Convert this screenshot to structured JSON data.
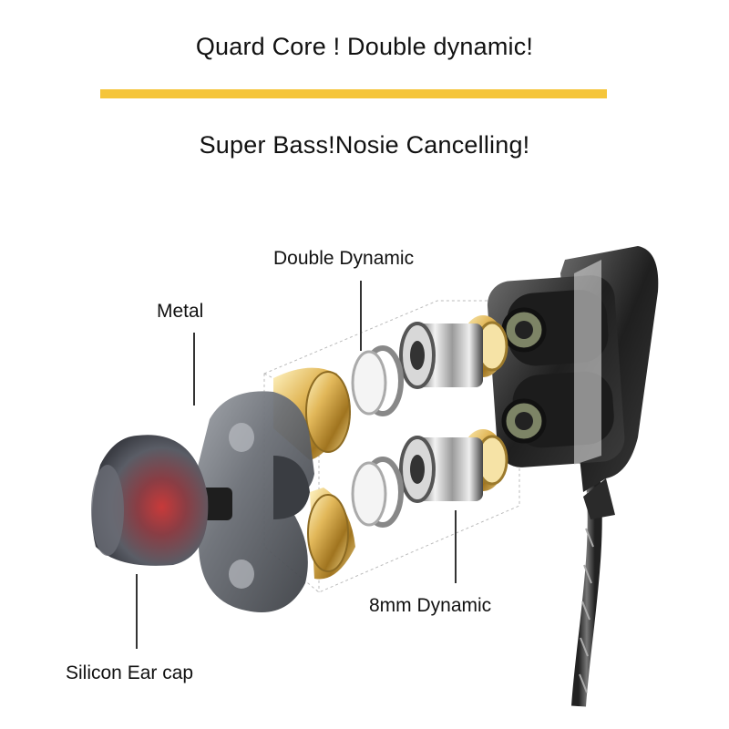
{
  "headline_1": "Quard Core ! Double dynamic!",
  "headline_2": "Super Bass!Nosie Cancelling!",
  "accent_color": "#f5c53a",
  "labels": {
    "double_dynamic": "Double Dynamic",
    "metal": "Metal",
    "eight_mm_dynamic": "8mm Dynamic",
    "silicon_ear_cap": "Silicon Ear cap"
  }
}
